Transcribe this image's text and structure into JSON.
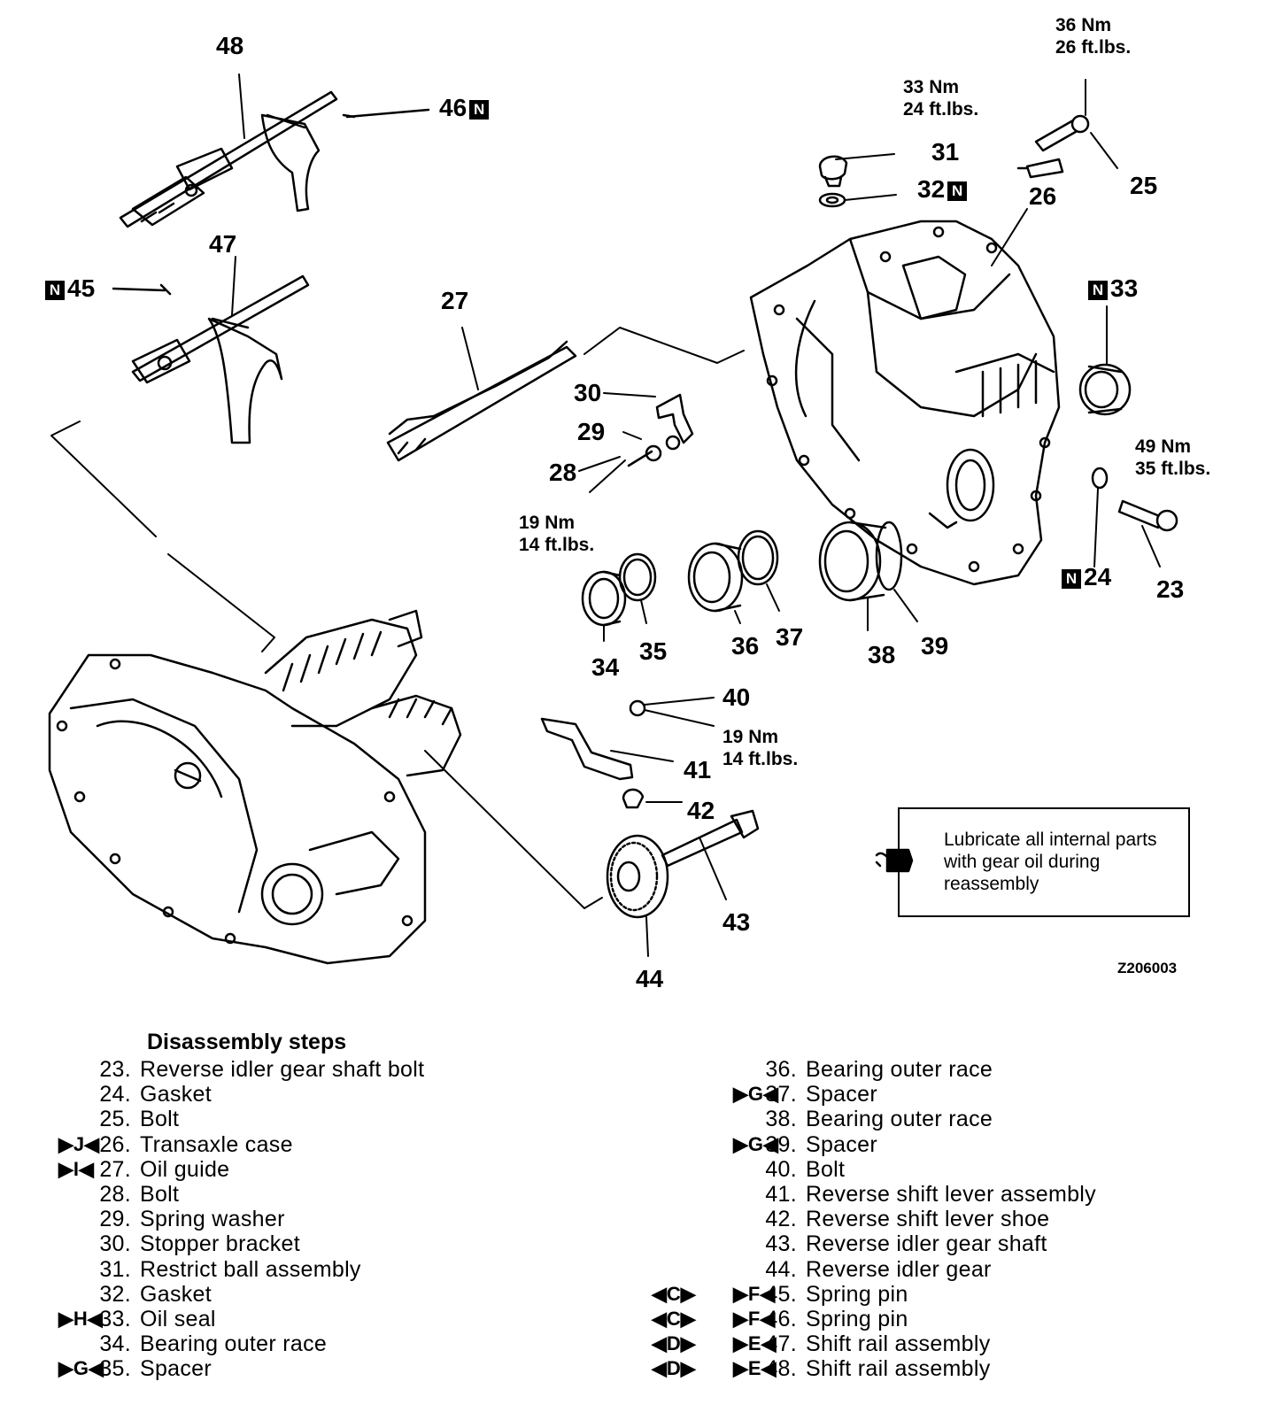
{
  "labels": {
    "l48": "48",
    "l46": "46",
    "l47": "47",
    "l45": "45",
    "l27": "27",
    "l30": "30",
    "l29": "29",
    "l28": "28",
    "l31": "31",
    "l32": "32",
    "l26": "26",
    "l25": "25",
    "l33": "33",
    "l24": "24",
    "l23": "23",
    "l34": "34",
    "l35": "35",
    "l36": "36",
    "l37": "37",
    "l38": "38",
    "l39": "39",
    "l40": "40",
    "l41": "41",
    "l42": "42",
    "l43": "43",
    "l44": "44"
  },
  "n_marker": "N",
  "torques": {
    "t25": "36 Nm\n26 ft.lbs.",
    "t31": "33 Nm\n24 ft.lbs.",
    "t23": "49 Nm\n35 ft.lbs.",
    "t28": "19 Nm\n14 ft.lbs.",
    "t40": "19 Nm\n14 ft.lbs."
  },
  "note": "Lubricate all internal parts with gear oil during reassembly",
  "figure_code": "Z206003",
  "steps_title": "Disassembly steps",
  "steps_left": [
    {
      "num": "23.",
      "text": "Reverse idler gear shaft bolt",
      "mark": ""
    },
    {
      "num": "24.",
      "text": "Gasket",
      "mark": ""
    },
    {
      "num": "25.",
      "text": "Bolt",
      "mark": ""
    },
    {
      "num": "26.",
      "text": "Transaxle case",
      "mark": "▶J◀"
    },
    {
      "num": "27.",
      "text": "Oil guide",
      "mark": "▶I◀"
    },
    {
      "num": "28.",
      "text": "Bolt",
      "mark": ""
    },
    {
      "num": "29.",
      "text": "Spring washer",
      "mark": ""
    },
    {
      "num": "30.",
      "text": "Stopper bracket",
      "mark": ""
    },
    {
      "num": "31.",
      "text": "Restrict ball assembly",
      "mark": ""
    },
    {
      "num": "32.",
      "text": "Gasket",
      "mark": ""
    },
    {
      "num": "33.",
      "text": "Oil seal",
      "mark": "▶H◀"
    },
    {
      "num": "34.",
      "text": "Bearing outer race",
      "mark": ""
    },
    {
      "num": "35.",
      "text": "Spacer",
      "mark": "▶G◀"
    }
  ],
  "steps_right": [
    {
      "num": "36.",
      "text": "Bearing outer race",
      "mark": "",
      "mark2": ""
    },
    {
      "num": "37.",
      "text": "Spacer",
      "mark": "▶G◀",
      "mark2": ""
    },
    {
      "num": "38.",
      "text": "Bearing outer race",
      "mark": "",
      "mark2": ""
    },
    {
      "num": "39.",
      "text": "Spacer",
      "mark": "▶G◀",
      "mark2": ""
    },
    {
      "num": "40.",
      "text": "Bolt",
      "mark": "",
      "mark2": ""
    },
    {
      "num": "41.",
      "text": "Reverse shift lever assembly",
      "mark": "",
      "mark2": ""
    },
    {
      "num": "42.",
      "text": "Reverse shift lever shoe",
      "mark": "",
      "mark2": ""
    },
    {
      "num": "43.",
      "text": "Reverse idler gear shaft",
      "mark": "",
      "mark2": ""
    },
    {
      "num": "44.",
      "text": "Reverse idler gear",
      "mark": "",
      "mark2": ""
    },
    {
      "num": "45.",
      "text": "Spring pin",
      "mark": "▶F◀",
      "mark2": "◀C▶"
    },
    {
      "num": "46.",
      "text": "Spring pin",
      "mark": "▶F◀",
      "mark2": "◀C▶"
    },
    {
      "num": "47.",
      "text": "Shift rail assembly",
      "mark": "▶E◀",
      "mark2": "◀D▶"
    },
    {
      "num": "48.",
      "text": "Shift rail assembly",
      "mark": "▶E◀",
      "mark2": "◀D▶"
    }
  ]
}
